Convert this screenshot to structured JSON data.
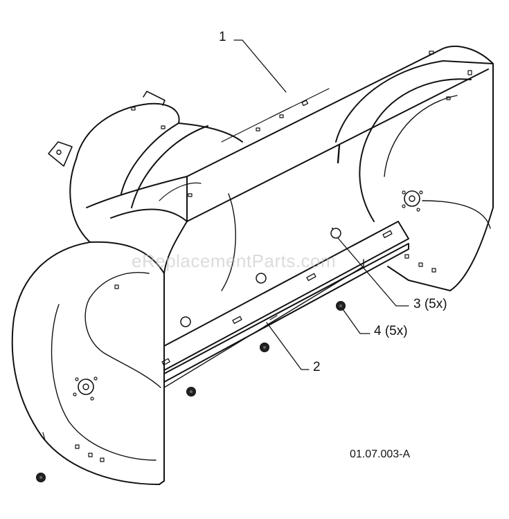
{
  "callouts": {
    "part_1": "1",
    "part_2": "2",
    "part_3": "3 (5x)",
    "part_4": "4 (5x)"
  },
  "figure_code": "01.07.003-A",
  "watermark": "eReplacementParts.com",
  "colors": {
    "line": "#111111",
    "background": "#ffffff",
    "hardware": "#222222"
  }
}
